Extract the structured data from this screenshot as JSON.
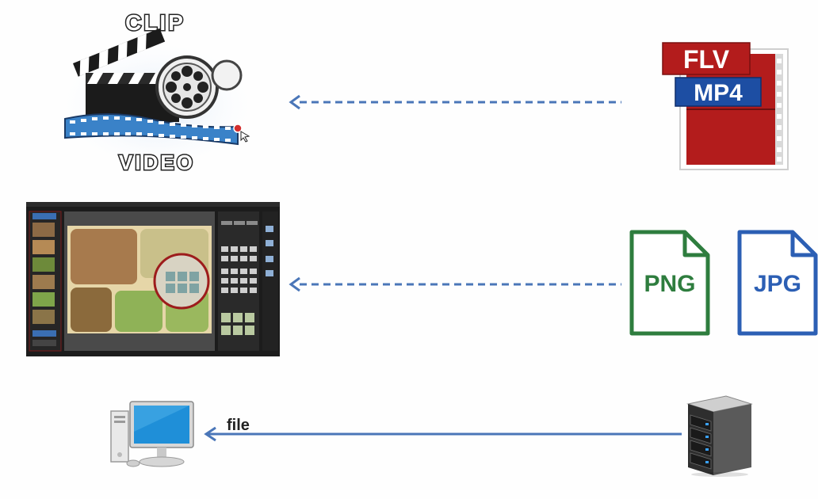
{
  "row1": {
    "clip_top": "CLIP",
    "clip_bottom": "VIDEO",
    "format_top": "FLV",
    "format_bottom": "MP4"
  },
  "row2": {
    "png_label": "PNG",
    "jpg_label": "JPG"
  },
  "row3": {
    "arrow_label": "file"
  },
  "colors": {
    "arrow": "#4a76b8",
    "png": "#2e7d3e",
    "jpg": "#2c5fb4",
    "flv_red": "#b31c1c",
    "mp4_blue": "#1d4ea3"
  }
}
